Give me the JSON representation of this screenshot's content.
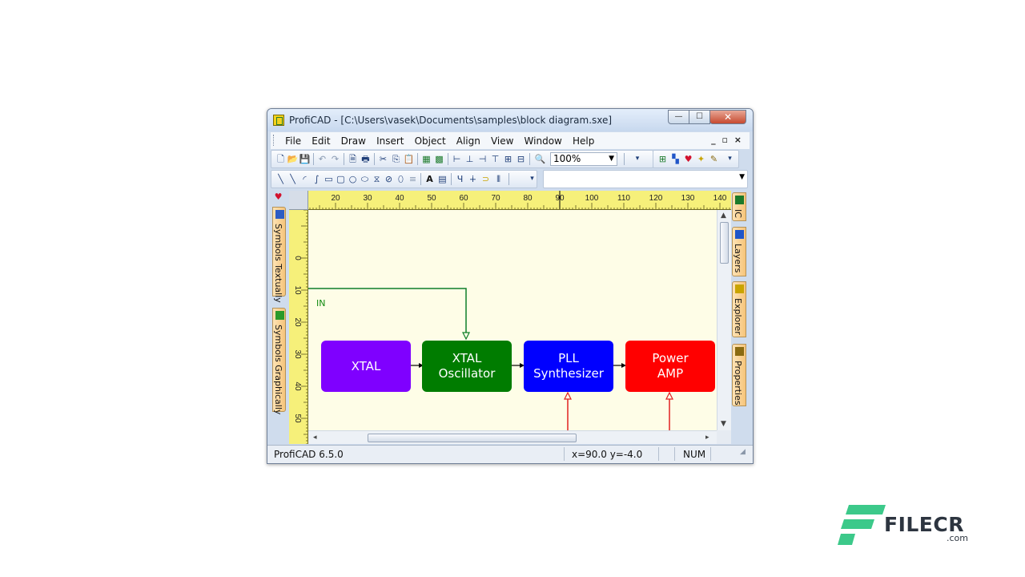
{
  "window": {
    "title": "ProfiCAD - [C:\\Users\\vasek\\Documents\\samples\\block diagram.sxe]",
    "controls": {
      "minimize": "—",
      "maximize": "☐",
      "close": "✕"
    }
  },
  "menu": {
    "items": [
      "File",
      "Edit",
      "Draw",
      "Insert",
      "Object",
      "Align",
      "View",
      "Window",
      "Help"
    ],
    "mdi_controls": "_ ▫ ×"
  },
  "toolbar": {
    "zoom_value": "100%",
    "zoom_arrow": "▼",
    "object_combo_value": "",
    "combo_arrow": "▼"
  },
  "left_tabs": [
    {
      "label": "Symbols Textually",
      "icon": "symbols-textually-icon"
    },
    {
      "label": "Symbols Graphically",
      "icon": "symbols-graphically-icon"
    }
  ],
  "right_tabs": [
    {
      "label": "IC",
      "icon": "ic-icon"
    },
    {
      "label": "Layers",
      "icon": "layers-icon"
    },
    {
      "label": "Explorer",
      "icon": "explorer-icon"
    },
    {
      "label": "Properties",
      "icon": "properties-icon"
    }
  ],
  "ruler": {
    "horizontal_ticks": [
      "20",
      "30",
      "40",
      "50",
      "60",
      "70",
      "80",
      "90",
      "100",
      "110",
      "120",
      "130",
      "140"
    ],
    "vertical_ticks": [
      "0",
      "10",
      "20",
      "30",
      "40",
      "50"
    ]
  },
  "diagram": {
    "input_label": "IN",
    "blocks": [
      {
        "label_lines": [
          "XTAL"
        ],
        "color": "#7f00ff"
      },
      {
        "label_lines": [
          "XTAL",
          "Oscillator"
        ],
        "color": "#007c00"
      },
      {
        "label_lines": [
          "PLL",
          "Synthesizer"
        ],
        "color": "#0000ff"
      },
      {
        "label_lines": [
          "Power",
          "AMP"
        ],
        "color": "#ff0000"
      }
    ],
    "wire_colors": {
      "input": "#0f7f2a",
      "signal": "#000000",
      "feed": "#e02020"
    }
  },
  "status": {
    "version": "ProfiCAD 6.5.0",
    "coords": "x=90.0  y=-4.0",
    "num": "NUM"
  },
  "watermark": {
    "name": "FILECR",
    "suffix": ".com",
    "accent": "#3cc98a"
  }
}
